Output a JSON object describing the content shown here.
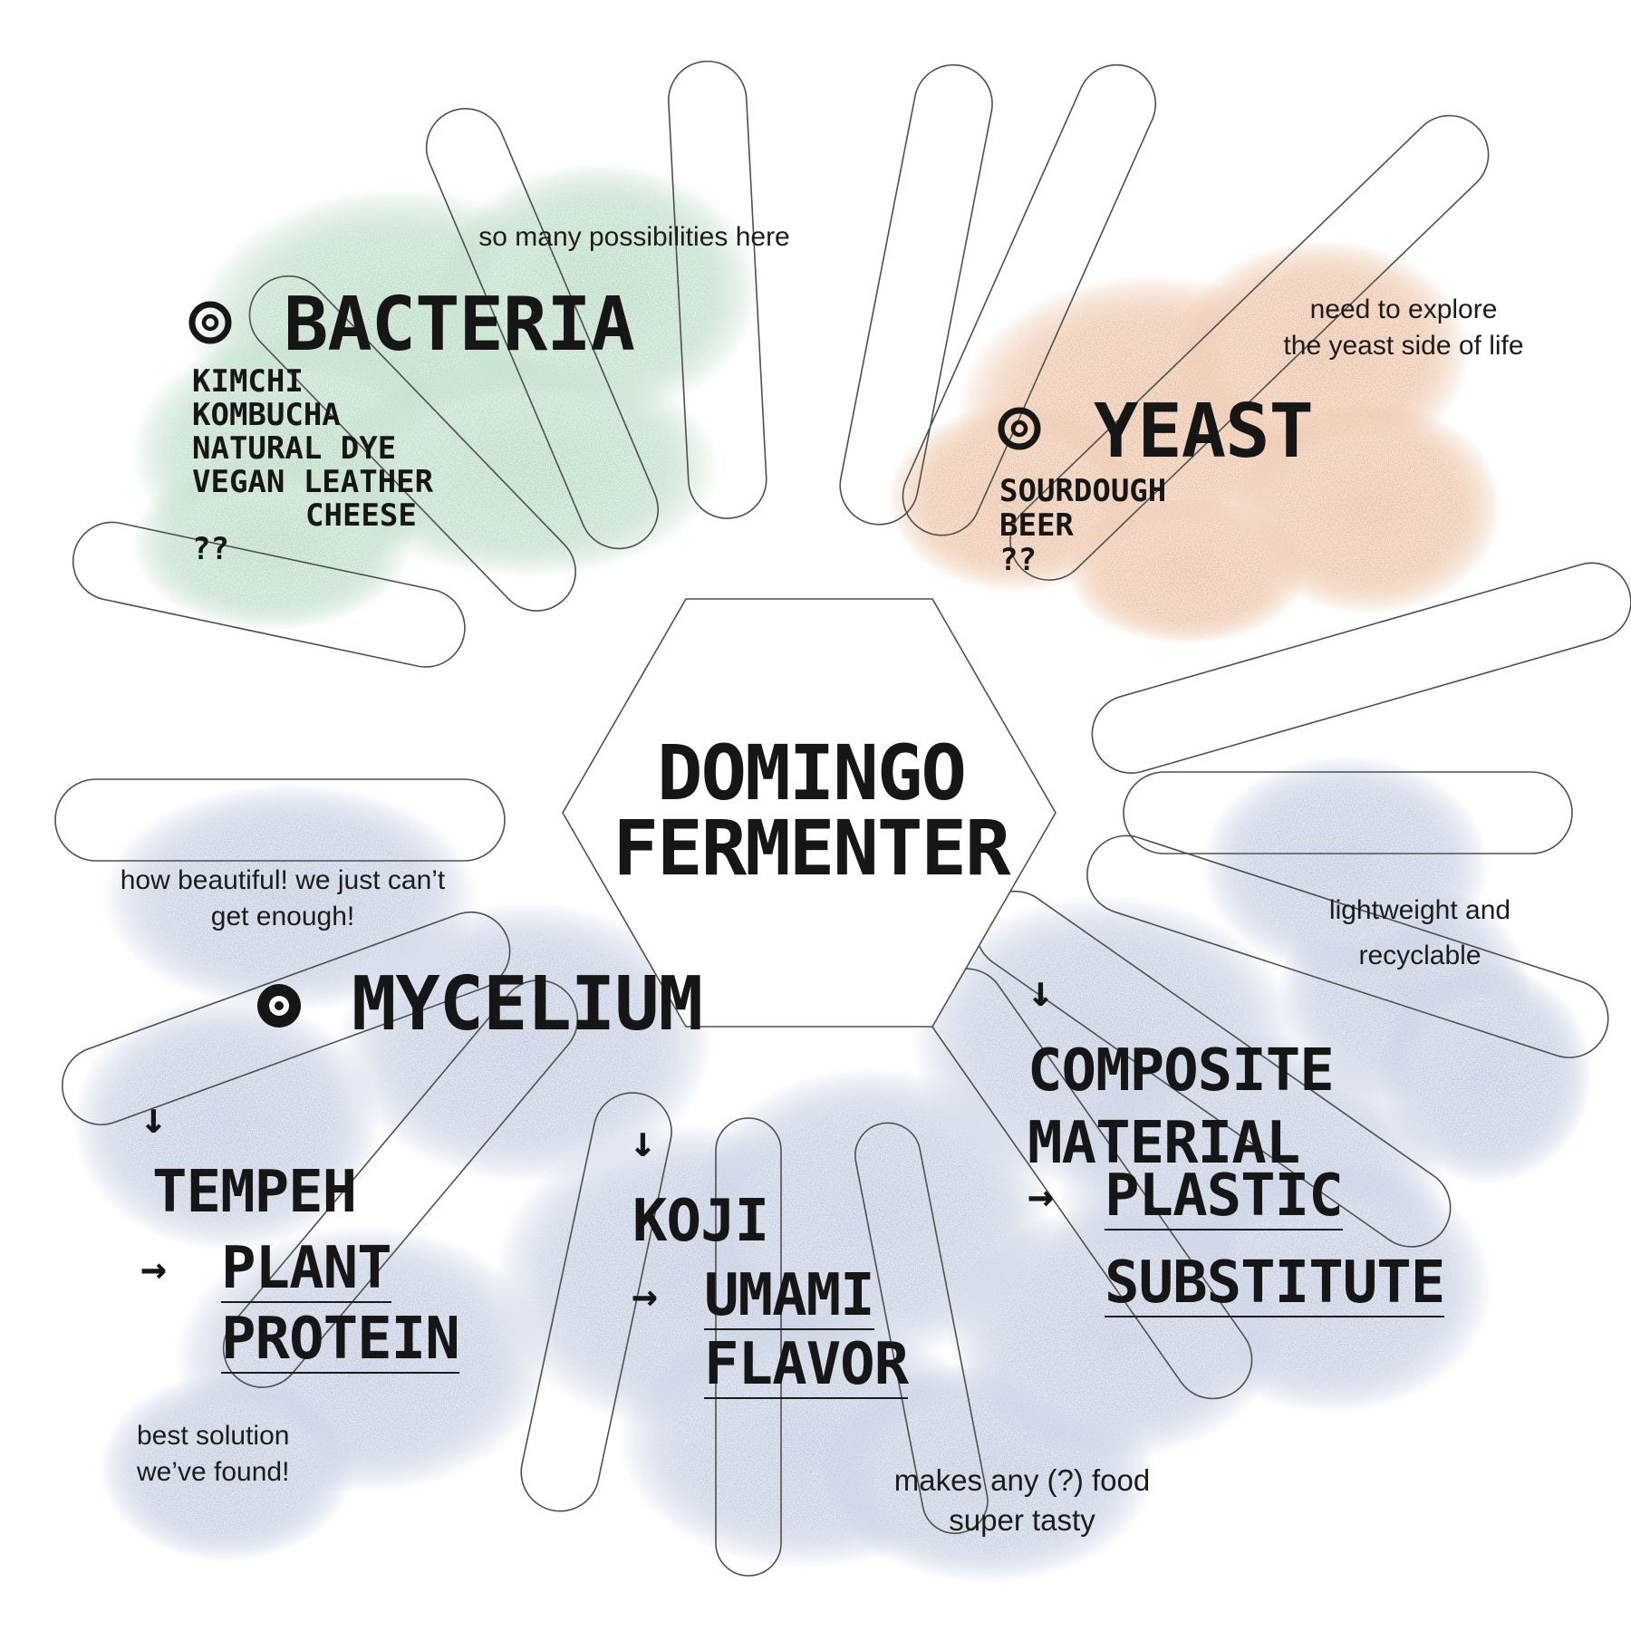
{
  "title": {
    "line1": "DOMINGO",
    "line2": "FERMENTER"
  },
  "colors": {
    "green": "#9ecfad",
    "orange": "#e5a76d",
    "blue": "#a8b9d7",
    "line": "#4f4f4f",
    "text": "#161616"
  },
  "bacteria": {
    "label": "BACTERIA",
    "note": "so many possibilities here",
    "items": [
      "KIMCHI",
      "KOMBUCHA",
      "NATURAL DYE",
      "VEGAN LEATHER",
      "CHEESE",
      "??"
    ]
  },
  "yeast": {
    "label": "YEAST",
    "note_line1": "need to explore",
    "note_line2": "the yeast side of life",
    "items": [
      "SOURDOUGH",
      "BEER",
      "??"
    ]
  },
  "mycelium": {
    "label": "MYCELIUM",
    "note_line1": "how beautiful! we just can’t",
    "note_line2": "get enough!"
  },
  "tempeh": {
    "arrow_down": "↓",
    "label": "TEMPEH",
    "arrow_right": "→",
    "result_line1": "PLANT",
    "result_line2": "PROTEIN",
    "note_line1": "best solution",
    "note_line2": "we’ve found!"
  },
  "koji": {
    "arrow_down": "↓",
    "label": "KOJI",
    "arrow_right": "→",
    "result_line1": "UMAMI",
    "result_line2": "FLAVOR",
    "note_line1": "makes any (?) food",
    "note_line2": "super tasty"
  },
  "composite": {
    "arrow_down": "↓",
    "label_line1": "COMPOSITE",
    "label_line2": "MATERIAL",
    "arrow_right": "→",
    "result_line1": "PLASTIC",
    "result_line2": "SUBSTITUTE",
    "note_line1": "lightweight and",
    "note_line2": "recyclable"
  }
}
